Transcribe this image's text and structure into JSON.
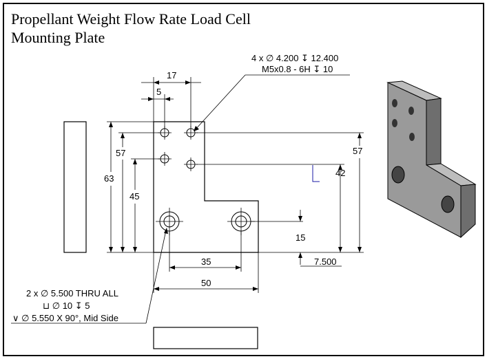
{
  "title": {
    "line1": "Propellant Weight Flow Rate Load Cell",
    "line2": "Mounting Plate"
  },
  "dimensions": {
    "d17": "17",
    "d5": "5",
    "d57_left": "57",
    "d63": "63",
    "d45": "45",
    "d57_right": "57",
    "d42": "42",
    "d15": "15",
    "d35": "35",
    "d7500": "7.500",
    "d50": "50"
  },
  "callout_tapped": {
    "line1": "4 x ∅ 4.200 ↧ 12.400",
    "line2": "M5x0.8 - 6H ↧ 10"
  },
  "callout_thru": {
    "line1": "2 x ∅ 5.500 THRU ALL",
    "line2": "⊔ ∅ 10 ↧ 5",
    "line3": "∨ ∅ 5.550 X 90°, Mid Side"
  },
  "colors": {
    "line": "#000000",
    "part_face": "#9a9a9a",
    "part_side": "#6e6e6e",
    "part_top": "#bdbdbd",
    "marker": "#1a1aa6"
  }
}
